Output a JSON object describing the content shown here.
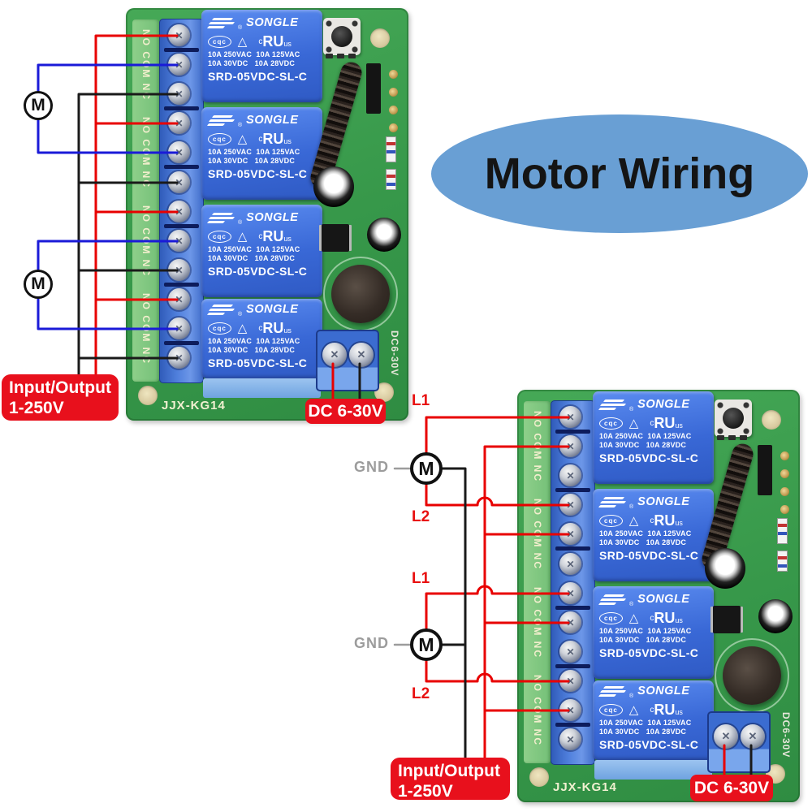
{
  "title": "Motor Wiring",
  "relay": {
    "brand": "SONGLE",
    "marks": {
      "registered": "®",
      "cqc": "cqc",
      "triangle": "△",
      "ul_c": "c",
      "ul_ru": "RU",
      "ul_us": "us"
    },
    "ratings_line1": "10A 250VAC  10A 125VAC",
    "ratings_line2": "10A 30VDC   10A 28VDC",
    "model": "SRD-05VDC-SL-C"
  },
  "board": {
    "terminal_group_label": "NO COM NC",
    "silkscreen_model": "JJX-KG14",
    "side_power_label": "DC6-30V"
  },
  "wiring_labels": {
    "io_line1": "Input/Output",
    "io_line2": "1-250V",
    "dc": "DC 6-30V",
    "l1": "L1",
    "l2": "L2",
    "gnd": "GND",
    "motor": "M"
  },
  "colors": {
    "pcb_green": "#37984a",
    "strip_green": "#7cc47f",
    "relay_blue": "#3968d6",
    "terminal_blue": "#4f7fdc",
    "label_red": "#e8101c",
    "wire_red": "#e80000",
    "wire_black": "#1a1a1a",
    "wire_blue": "#1a1ad8",
    "wire_gray": "#9c9c9c",
    "ellipse_blue": "#699fd4"
  }
}
